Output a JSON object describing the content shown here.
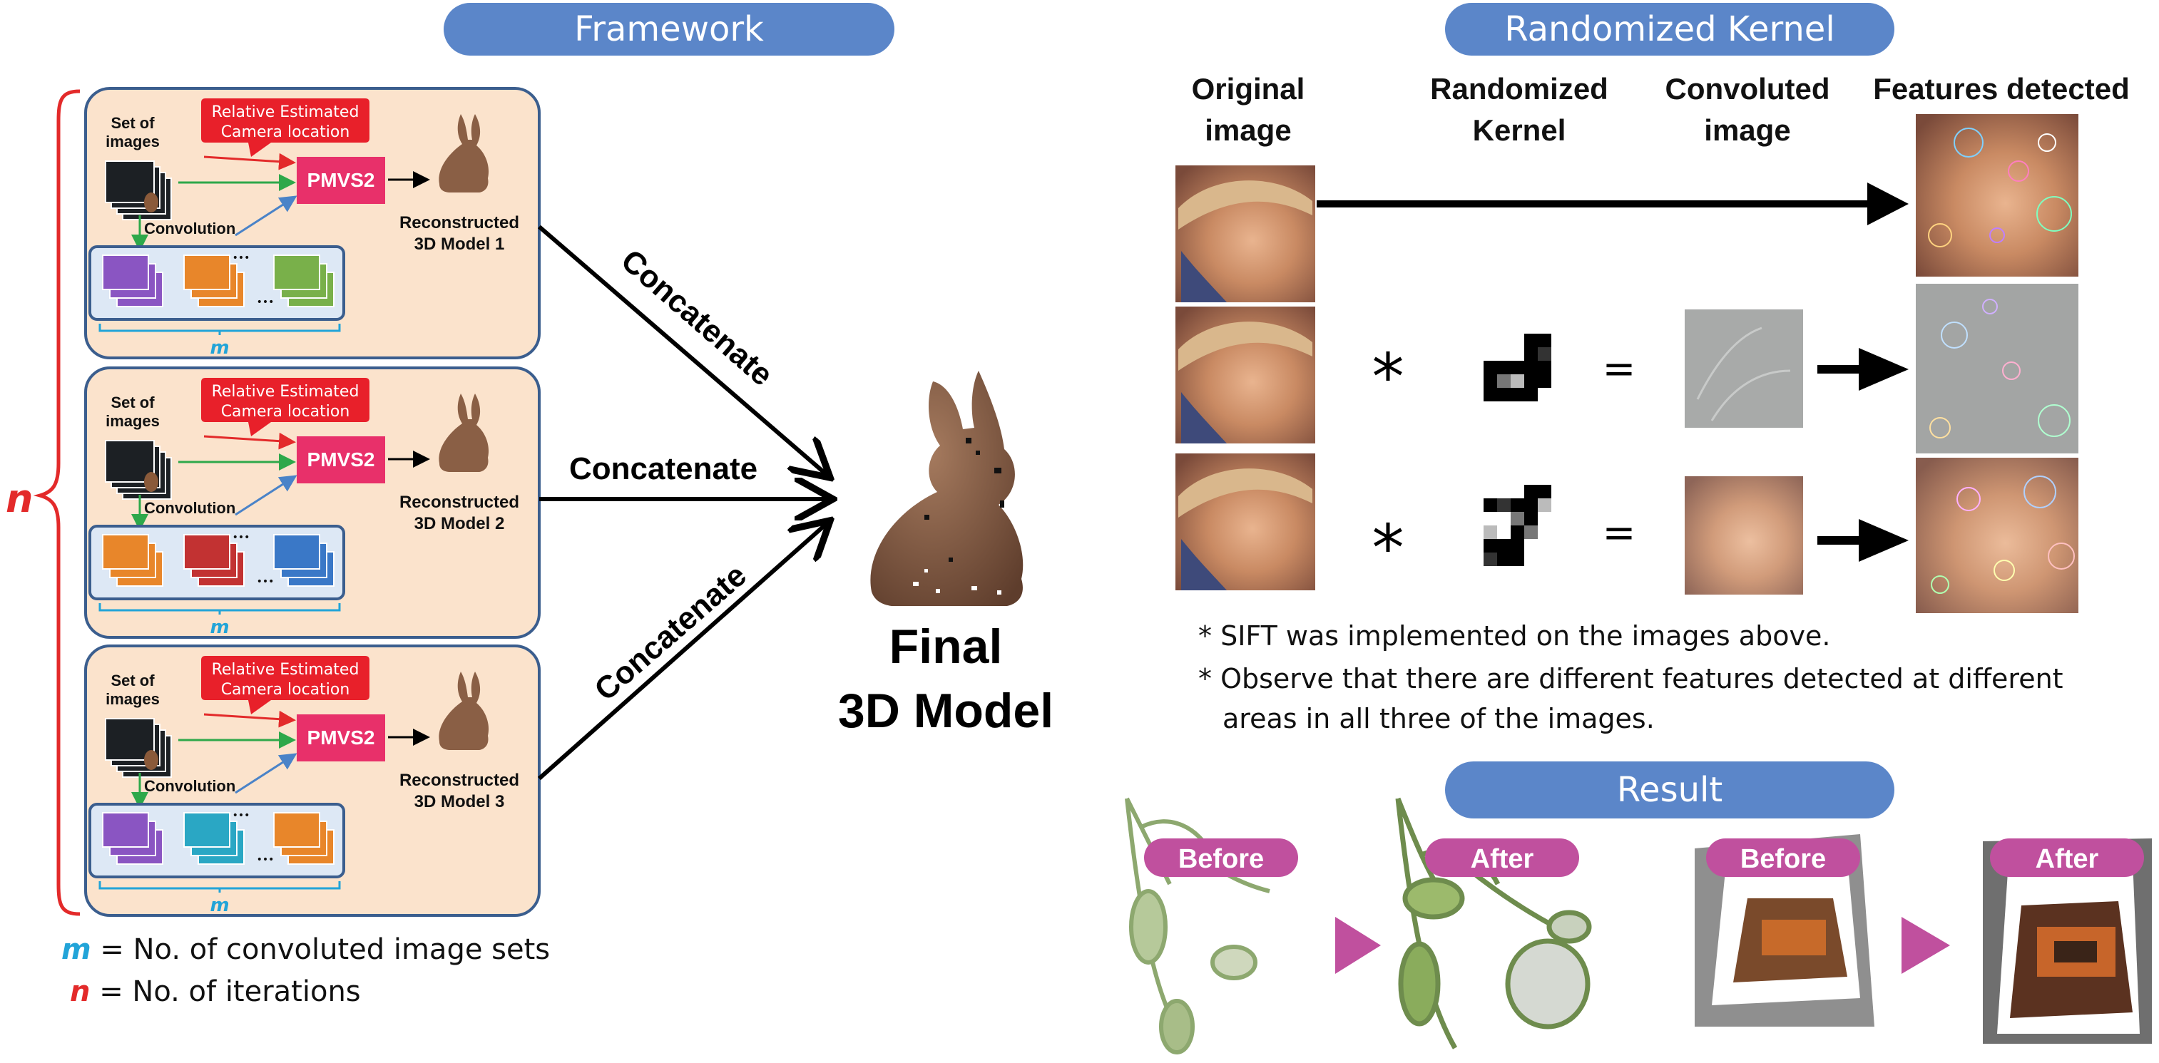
{
  "framework": {
    "title": "Framework",
    "camera_callout_line1": "Relative Estimated",
    "camera_callout_line2": "Camera location",
    "set_label_line1": "Set of",
    "set_label_line2": "images",
    "convolution_label": "Convolution",
    "pmvs_label": "PMVS2",
    "recon_line1": "Reconstructed",
    "m_label": "m",
    "n_label": "n",
    "ellipsis": "•••",
    "iterations": [
      {
        "model_label": "3D Model 1",
        "set_colors": [
          "#8a55c2",
          "#e8862a",
          "#79b04a"
        ]
      },
      {
        "model_label": "3D Model 2",
        "set_colors": [
          "#e8862a",
          "#c23232",
          "#3a78c7"
        ]
      },
      {
        "model_label": "3D Model 3",
        "set_colors": [
          "#8a55c2",
          "#2aa7c4",
          "#e8862a"
        ]
      }
    ],
    "concatenate_label": "Concatenate",
    "final_line1": "Final",
    "final_line2": "3D Model",
    "legend_m_symbol": "m",
    "legend_m_text": " = No. of convoluted image sets",
    "legend_n_symbol": "n",
    "legend_n_text": " = No. of iterations"
  },
  "kernel": {
    "title": "Randomized Kernel",
    "col_original_1": "Original",
    "col_original_2": "image",
    "col_kernel_1": "Randomized",
    "col_kernel_2": "Kernel",
    "col_conv_1": "Convoluted",
    "col_conv_2": "image",
    "col_features": "Features detected",
    "star": "*",
    "equals": "=",
    "note1": "* SIFT was implemented on the images above.",
    "note2a": "* Observe that there are different features detected at different",
    "note2b": "areas in all three of the images."
  },
  "result": {
    "title": "Result",
    "before_label": "Before",
    "after_label": "After"
  },
  "colors": {
    "pill_blue": "#5b86c9",
    "panel_fill": "#fbe3cc",
    "panel_border": "#3b5e8e",
    "brace_red": "#e32a2a",
    "callout_red": "#e8202a",
    "pmvs_pink": "#e8306a",
    "arrow_green": "#2ea84a",
    "arrow_blue": "#4a83c8",
    "m_cyan": "#22a4d8",
    "result_magenta": "#c0509e",
    "bunny_brown": "#8a5f45"
  }
}
